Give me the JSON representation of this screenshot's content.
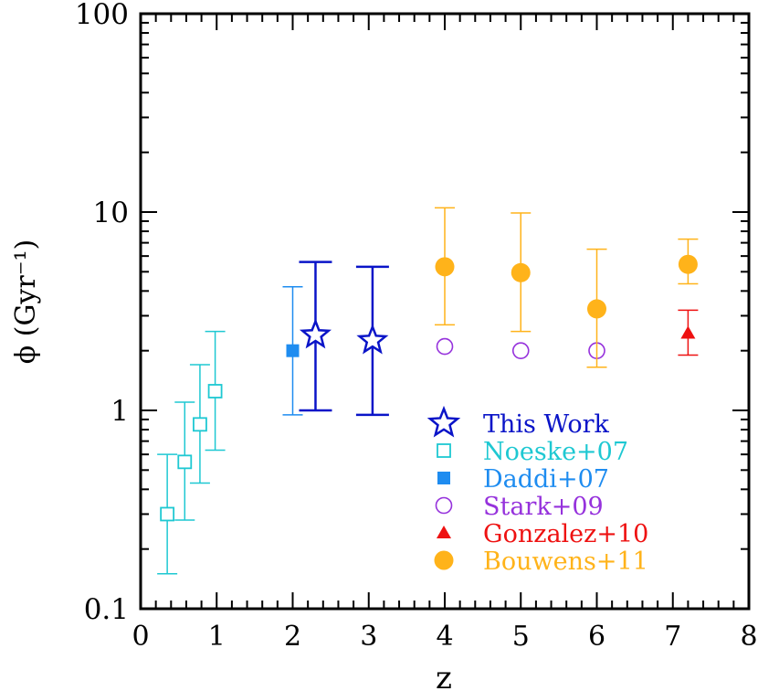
{
  "chart_data": {
    "type": "scatter",
    "title": "",
    "xlabel": "z",
    "ylabel": "ϕ (Gyr⁻¹)",
    "xlim": [
      0,
      8
    ],
    "ylim": [
      0.1,
      100
    ],
    "yscale": "log",
    "grid": false,
    "legend_position": "bottom-right",
    "x_ticks": [
      "0",
      "1",
      "2",
      "3",
      "4",
      "5",
      "6",
      "7",
      "8"
    ],
    "y_ticks": [
      "0.1",
      "1",
      "10",
      "100"
    ],
    "series": [
      {
        "name": "This Work",
        "marker": "star-open",
        "color": "#0a14c8",
        "points": [
          {
            "x": 2.3,
            "y": 2.4,
            "ylow": 1.0,
            "yhigh": 5.6
          },
          {
            "x": 3.05,
            "y": 2.25,
            "ylow": 0.95,
            "yhigh": 5.3
          }
        ]
      },
      {
        "name": "Noeske+07",
        "marker": "square-open",
        "color": "#1ec8d2",
        "points": [
          {
            "x": 0.35,
            "y": 0.3,
            "ylow": 0.15,
            "yhigh": 0.6
          },
          {
            "x": 0.58,
            "y": 0.55,
            "ylow": 0.28,
            "yhigh": 1.1
          },
          {
            "x": 0.78,
            "y": 0.85,
            "ylow": 0.43,
            "yhigh": 1.7
          },
          {
            "x": 0.98,
            "y": 1.25,
            "ylow": 0.63,
            "yhigh": 2.5
          }
        ]
      },
      {
        "name": "Daddi+07",
        "marker": "square-filled",
        "color": "#1e8cf0",
        "points": [
          {
            "x": 2.0,
            "y": 2.0,
            "ylow": 0.95,
            "yhigh": 4.2
          }
        ]
      },
      {
        "name": "Stark+09",
        "marker": "circle-open",
        "color": "#9632dc",
        "points": [
          {
            "x": 4.0,
            "y": 2.1
          },
          {
            "x": 5.0,
            "y": 2.0
          },
          {
            "x": 6.0,
            "y": 2.0
          }
        ]
      },
      {
        "name": "Gonzalez+10",
        "marker": "triangle-filled",
        "color": "#ee1111",
        "points": [
          {
            "x": 7.2,
            "y": 2.45,
            "ylow": 1.9,
            "yhigh": 3.2
          }
        ]
      },
      {
        "name": "Bouwens+11",
        "marker": "circle-filled",
        "color": "#ffb31a",
        "points": [
          {
            "x": 4.0,
            "y": 5.3,
            "ylow": 2.7,
            "yhigh": 10.5
          },
          {
            "x": 5.0,
            "y": 4.95,
            "ylow": 2.5,
            "yhigh": 9.9
          },
          {
            "x": 6.0,
            "y": 3.25,
            "ylow": 1.65,
            "yhigh": 6.5
          },
          {
            "x": 7.2,
            "y": 5.45,
            "ylow": 4.35,
            "yhigh": 7.3
          }
        ]
      }
    ]
  }
}
